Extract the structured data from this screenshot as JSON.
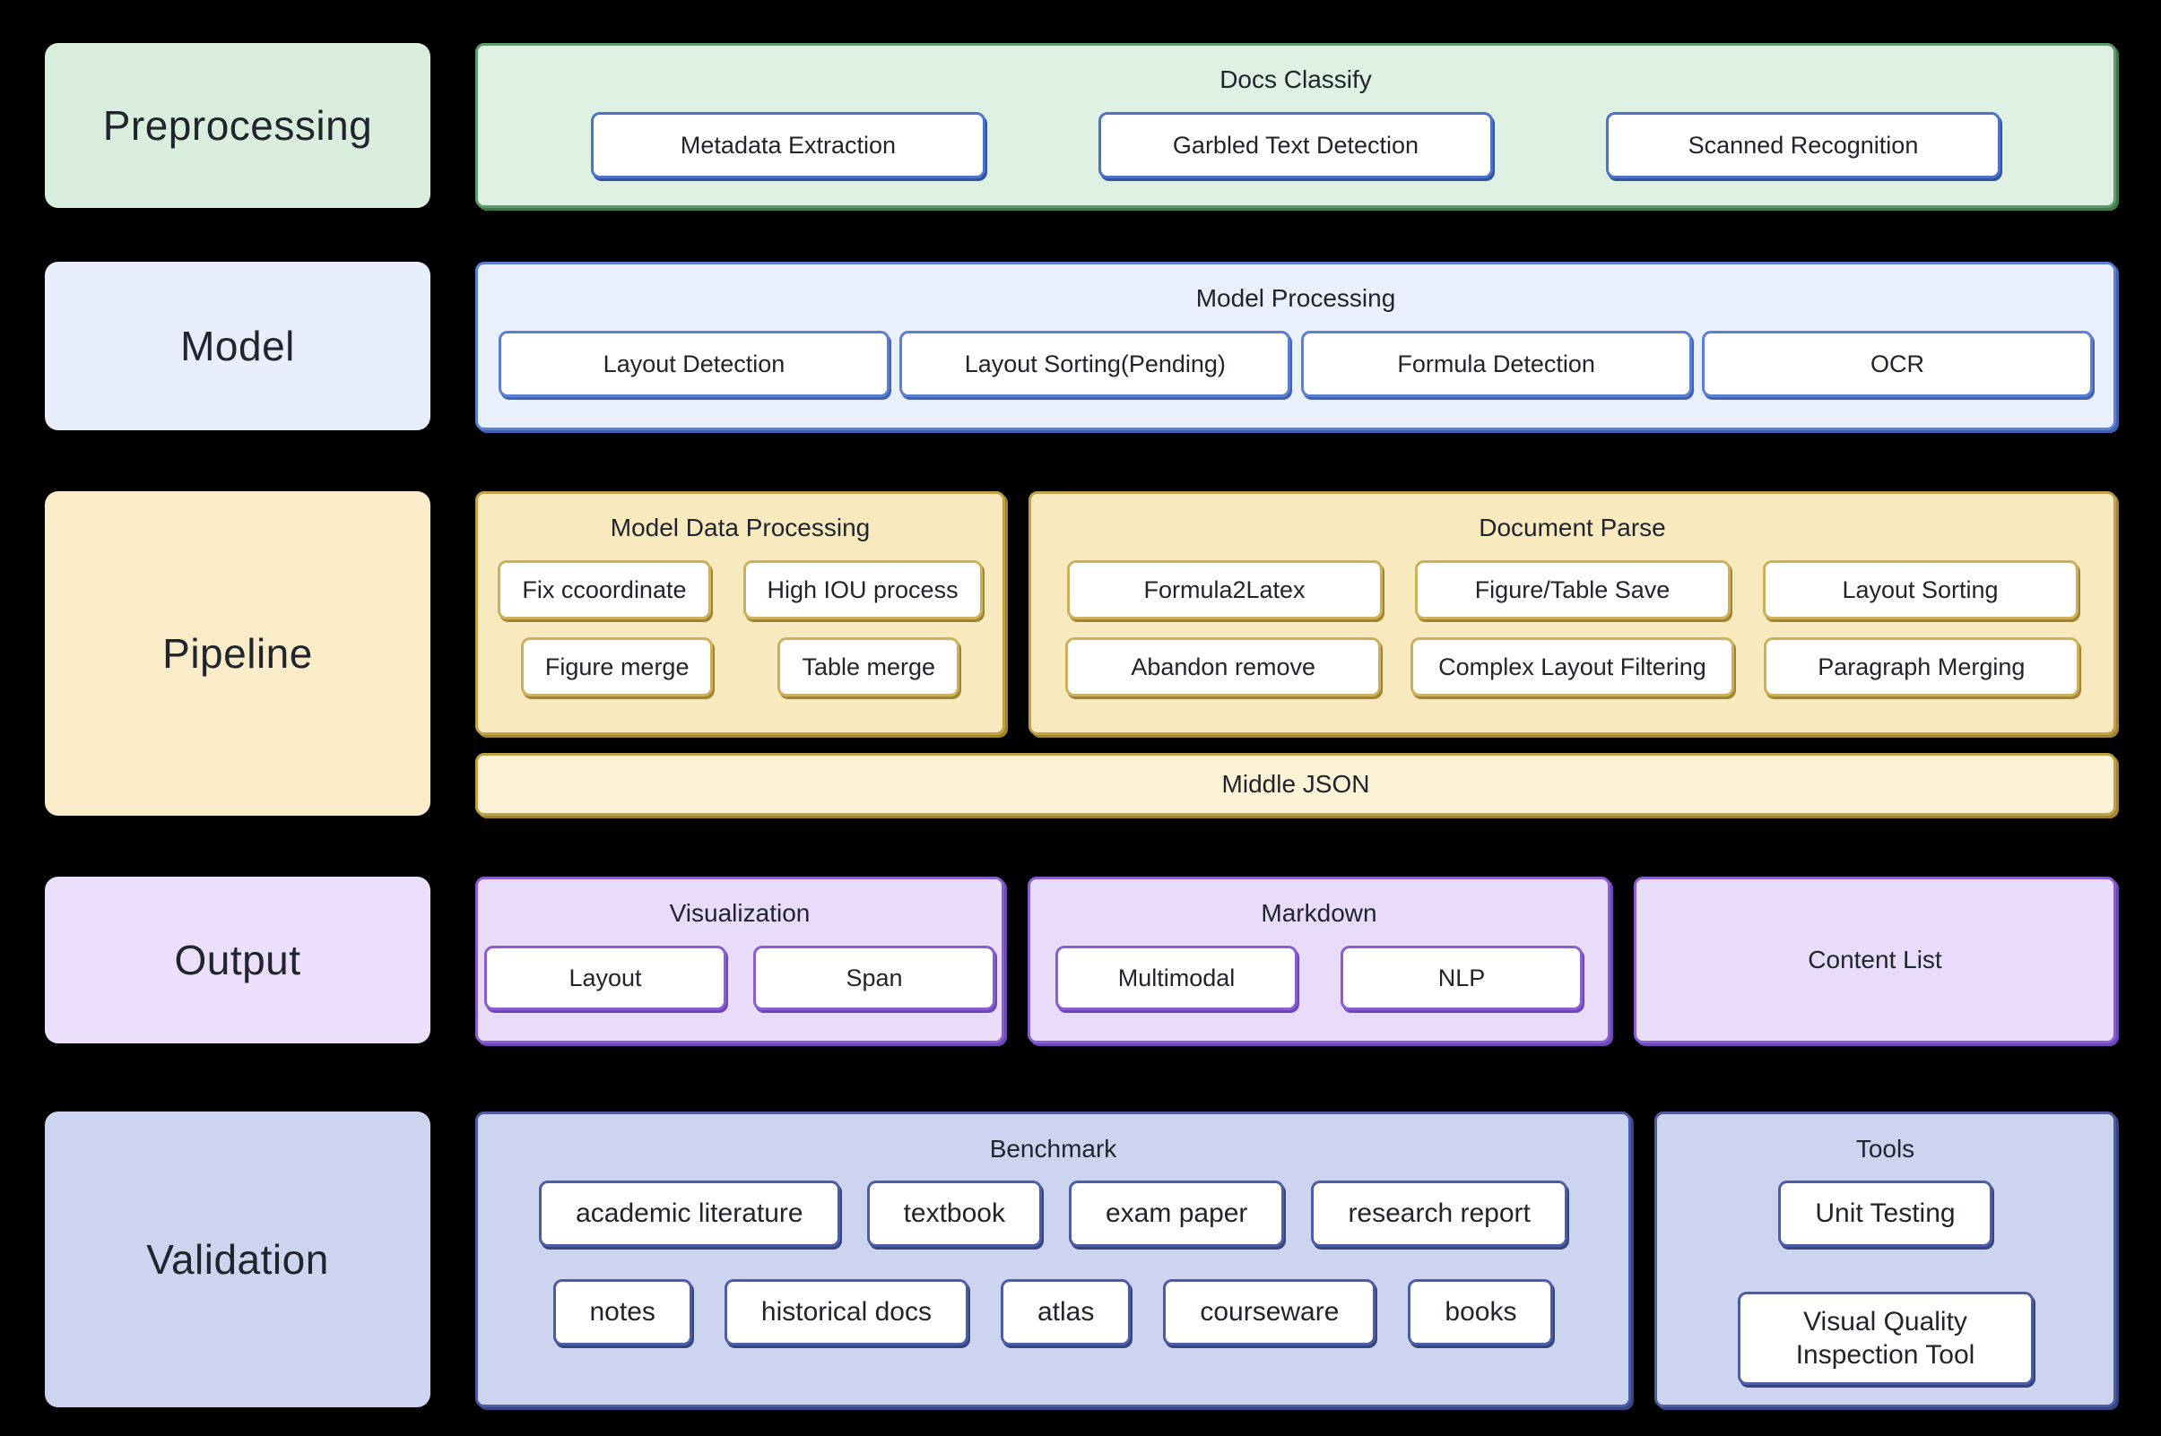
{
  "diagram": {
    "rows": [
      {
        "label": "Preprocessing",
        "groups": [
          {
            "title": "Docs Classify",
            "items": [
              "Metadata Extraction",
              "Garbled Text Detection",
              "Scanned Recognition"
            ]
          }
        ]
      },
      {
        "label": "Model",
        "groups": [
          {
            "title": "Model Processing",
            "items": [
              "Layout Detection",
              "Layout Sorting(Pending)",
              "Formula Detection",
              "OCR"
            ]
          }
        ]
      },
      {
        "label": "Pipeline",
        "groups": [
          {
            "title": "Model Data Processing",
            "button_rows": [
              [
                "Fix ccoordinate",
                "High IOU process"
              ],
              [
                "Figure merge",
                "Table merge"
              ]
            ]
          },
          {
            "title": "Document Parse",
            "button_rows": [
              [
                "Formula2Latex",
                "Figure/Table Save",
                "Layout Sorting"
              ],
              [
                "Abandon remove",
                "Complex Layout Filtering",
                "Paragraph Merging"
              ]
            ]
          }
        ],
        "bar": "Middle JSON"
      },
      {
        "label": "Output",
        "groups": [
          {
            "title": "Visualization",
            "items": [
              "Layout",
              "Span"
            ]
          },
          {
            "title": "Markdown",
            "items": [
              "Multimodal",
              "NLP"
            ]
          },
          {
            "title": "Content List",
            "items": []
          }
        ]
      },
      {
        "label": "Validation",
        "groups": [
          {
            "title": "Benchmark",
            "button_rows": [
              [
                "academic literature",
                "textbook",
                "exam paper",
                "research report"
              ],
              [
                "notes",
                "historical docs",
                "atlas",
                "courseware",
                "books"
              ]
            ]
          },
          {
            "title": "Tools",
            "button_rows": [
              [
                "Unit Testing"
              ],
              [
                "Visual Quality Inspection Tool"
              ]
            ]
          }
        ]
      }
    ]
  },
  "colors": {
    "background": "#000000",
    "text": "#20242d",
    "button_fill": "#ffffff",
    "green_fill": "#def1e2",
    "green_border": "#5d9b6b",
    "blue_fill": "#eaeffc",
    "blue_border": "#5b7fd3",
    "yellow_fill": "#f9e9bf",
    "yellow_border": "#c0a246",
    "middle_json_fill": "#fcf2d5",
    "purple_fill": "#e9dcfa",
    "purple_border": "#8a5ed3",
    "periwinkle_fill": "#cdd4f0",
    "periwinkle_border": "#4d5ca6",
    "blue_button_border": "#4a73c9"
  }
}
